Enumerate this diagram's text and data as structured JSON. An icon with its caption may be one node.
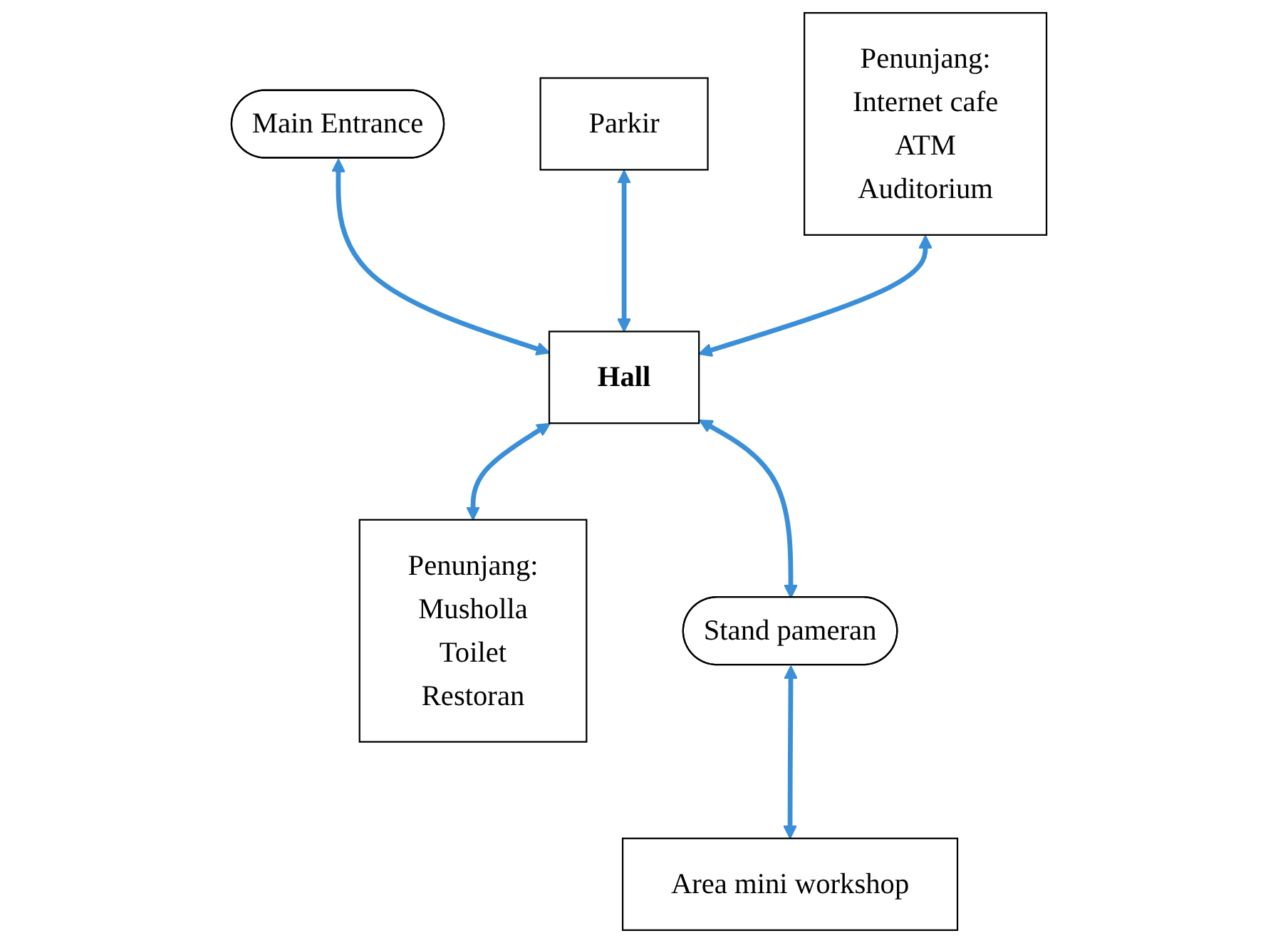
{
  "diagram": {
    "nodes": [
      {
        "text": [
          "Main Entrance"
        ]
      },
      {
        "text": [
          "Parkir"
        ]
      },
      {
        "text": [
          "Penunjang:",
          "Internet cafe",
          "ATM",
          "Auditorium"
        ]
      },
      {
        "text": [
          "Hall"
        ]
      },
      {
        "text": [
          "Penunjang:",
          "Musholla",
          "Toilet",
          "Restoran"
        ]
      },
      {
        "text": [
          "Stand pameran"
        ]
      },
      {
        "text": [
          "Area mini workshop"
        ]
      }
    ],
    "edges": [
      {
        "from": 0,
        "to": 3,
        "arrow": "both"
      },
      {
        "from": 1,
        "to": 3,
        "arrow": "both"
      },
      {
        "from": 2,
        "to": 3,
        "arrow": "both"
      },
      {
        "from": 3,
        "to": 4,
        "arrow": "both"
      },
      {
        "from": 3,
        "to": 5,
        "arrow": "both"
      },
      {
        "from": 5,
        "to": 6,
        "arrow": "both"
      }
    ]
  }
}
